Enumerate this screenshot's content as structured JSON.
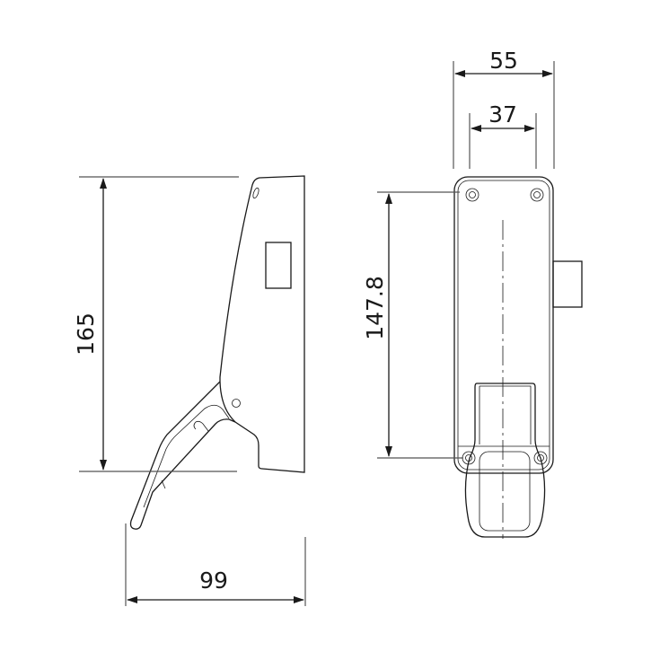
{
  "dimensions": {
    "side_height": "165",
    "side_depth": "99",
    "front_width_outer": "55",
    "front_width_inner": "37",
    "front_hole_spacing": "147.8"
  },
  "colors": {
    "line": "#1a1a1a",
    "background": "#ffffff"
  }
}
